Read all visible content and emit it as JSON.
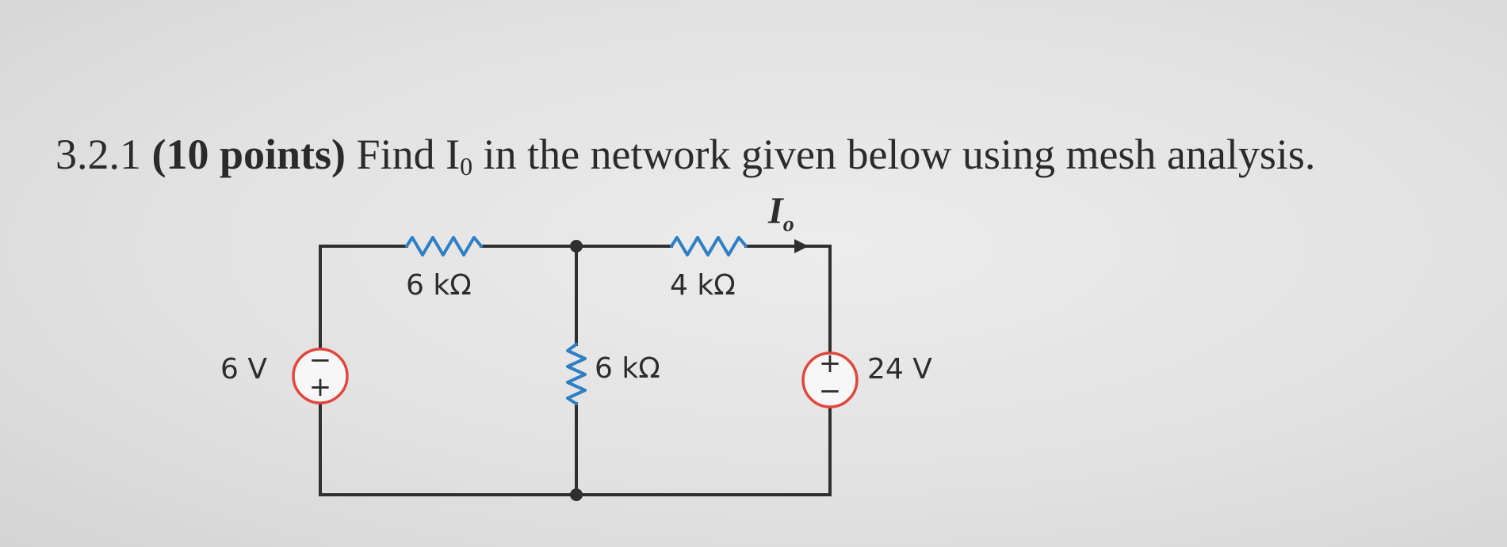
{
  "question": {
    "number": "3.2.1",
    "points": "(10 points)",
    "text_before_var": "Find I",
    "var_subscript": "0",
    "text_after_var": " in the network given below using mesh analysis."
  },
  "circuit": {
    "current_label": {
      "main": "I",
      "subscript": "o"
    },
    "resistors": [
      {
        "id": "r-top-left",
        "value": "6 kΩ"
      },
      {
        "id": "r-top-right",
        "value": "4 kΩ"
      },
      {
        "id": "r-middle",
        "value": "6 kΩ"
      }
    ],
    "sources": [
      {
        "id": "v-left",
        "value": "6 V",
        "top_sign": "−",
        "bottom_sign": "+"
      },
      {
        "id": "v-right",
        "value": "24 V",
        "top_sign": "+",
        "bottom_sign": "−"
      }
    ],
    "colors": {
      "resistor": "#2f7fc4",
      "source": "#e0473d",
      "wire": "#2f2f2f"
    }
  }
}
